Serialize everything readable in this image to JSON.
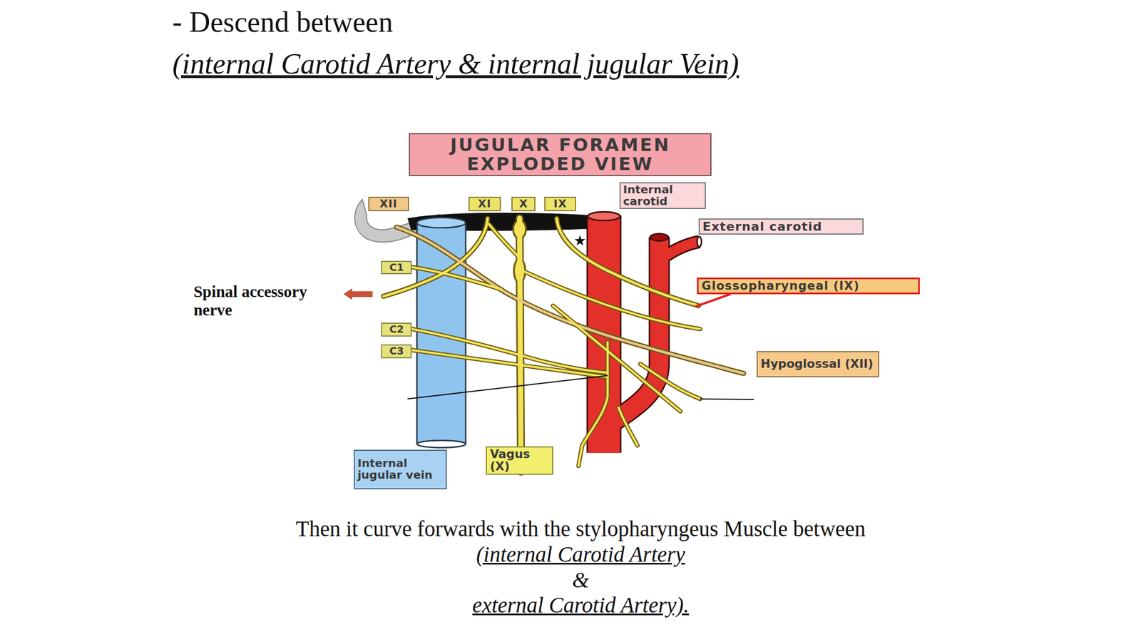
{
  "diagram": {
    "nodes": [
      {
        "text": [
          "JUGULAR FORAMEN EXPLODED VIEW"
        ]
      },
      {
        "text": [
          "Internal carotid"
        ]
      },
      {
        "text": [
          "XII"
        ]
      },
      {
        "text": [
          "XI"
        ]
      },
      {
        "text": [
          "X"
        ]
      },
      {
        "text": [
          "IX"
        ]
      },
      {
        "text": [
          "External carotid"
        ]
      },
      {
        "text": [
          "C1"
        ]
      },
      {
        "text": [
          "Glossopharyngeal (IX)"
        ]
      },
      {
        "text": [
          "C2"
        ]
      },
      {
        "text": [
          "C3"
        ]
      },
      {
        "text": [
          "Hypoglossal (XII)"
        ]
      },
      {
        "text": [
          "Vagus (X)"
        ]
      },
      {
        "text": [
          "Internal jugular vein"
        ]
      }
    ],
    "labels": [
      "- Descend between",
      "(internal Carotid Artery & internal jugular Vein)",
      "Spinal accessory nerve",
      "Then it curve forwards with the stylopharyngeus Muscle between",
      "(internal Carotid Artery",
      "&",
      "external Carotid Artery)."
    ]
  }
}
